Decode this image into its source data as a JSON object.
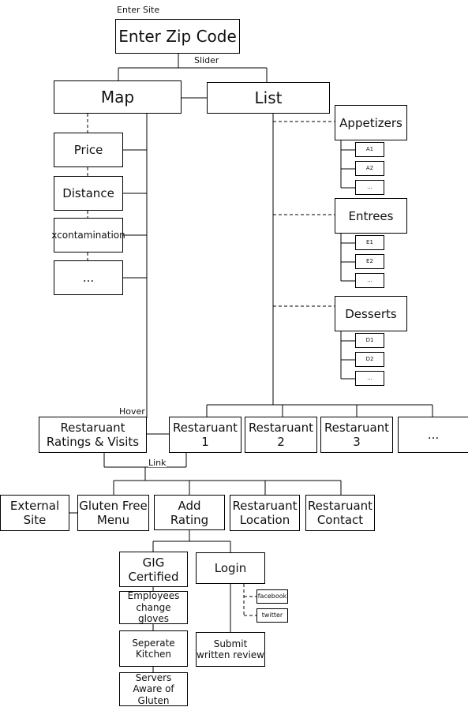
{
  "annotations": {
    "enter_site": "Enter Site",
    "slider": "Slider",
    "hover": "Hover",
    "link": "Link"
  },
  "top": {
    "zip": "Enter Zip Code",
    "map": "Map",
    "list": "List"
  },
  "filters": [
    "Price",
    "Distance",
    "xcontamination",
    "..."
  ],
  "menu": {
    "appetizers": {
      "label": "Appetizers",
      "items": [
        "A1",
        "A2",
        "..."
      ]
    },
    "entrees": {
      "label": "Entrees",
      "items": [
        "E1",
        "E2",
        "..."
      ]
    },
    "desserts": {
      "label": "Desserts",
      "items": [
        "D1",
        "D2",
        "..."
      ]
    }
  },
  "restaurants": {
    "ratings_visits": "Restaruant\nRatings & Visits",
    "items": [
      "Restaruant\n1",
      "Restaruant\n2",
      "Restaruant\n3",
      "..."
    ]
  },
  "details": {
    "external_site": "External\nSite",
    "gluten_free_menu": "Gluten Free\nMenu",
    "add_rating": "Add\nRating",
    "location": "Restaruant\nLocation",
    "contact": "Restaruant\nContact"
  },
  "rating": {
    "gig_certified": "GIG\nCertified",
    "employees": "Employees\nchange gloves",
    "kitchen": "Seperate\nKitchen",
    "servers": "Servers\nAware of Gluten",
    "login": "Login",
    "facebook": "facebook",
    "twitter": "twitter",
    "submit_review": "Submit\nwritten review"
  }
}
